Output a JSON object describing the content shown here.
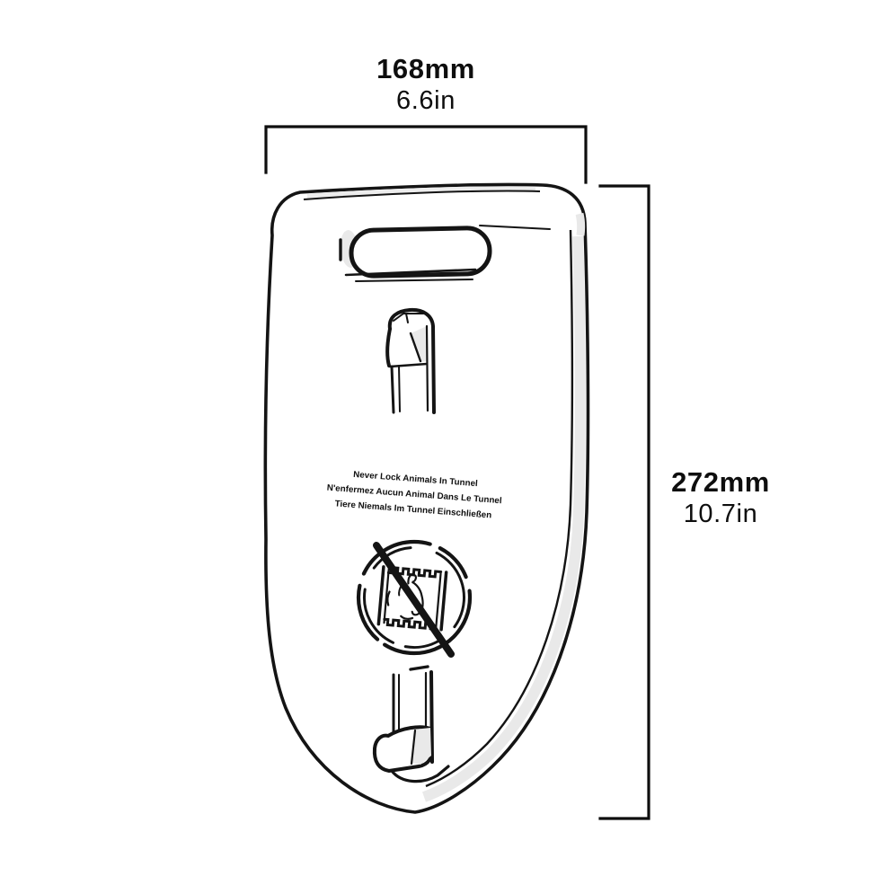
{
  "dimensions": {
    "width": {
      "mm": "168mm",
      "inches": "6.6in"
    },
    "height": {
      "mm": "272mm",
      "inches": "10.7in"
    }
  },
  "warning": {
    "lines": [
      "Never Lock Animals In Tunnel",
      "N'enfermez Aucun Animal Dans Le Tunnel",
      "Tiere Niemals Im Tunnel Einschließen"
    ]
  },
  "icons": {
    "prohibition_symbol": "no-animals-in-tunnel-icon",
    "hardware": [
      "top-hook-clip",
      "bottom-latch-clip",
      "handle-slot"
    ]
  },
  "colors": {
    "line": "#141414",
    "text": "#0e0e0e",
    "shading": "#e9e9e9",
    "background": "#ffffff"
  }
}
